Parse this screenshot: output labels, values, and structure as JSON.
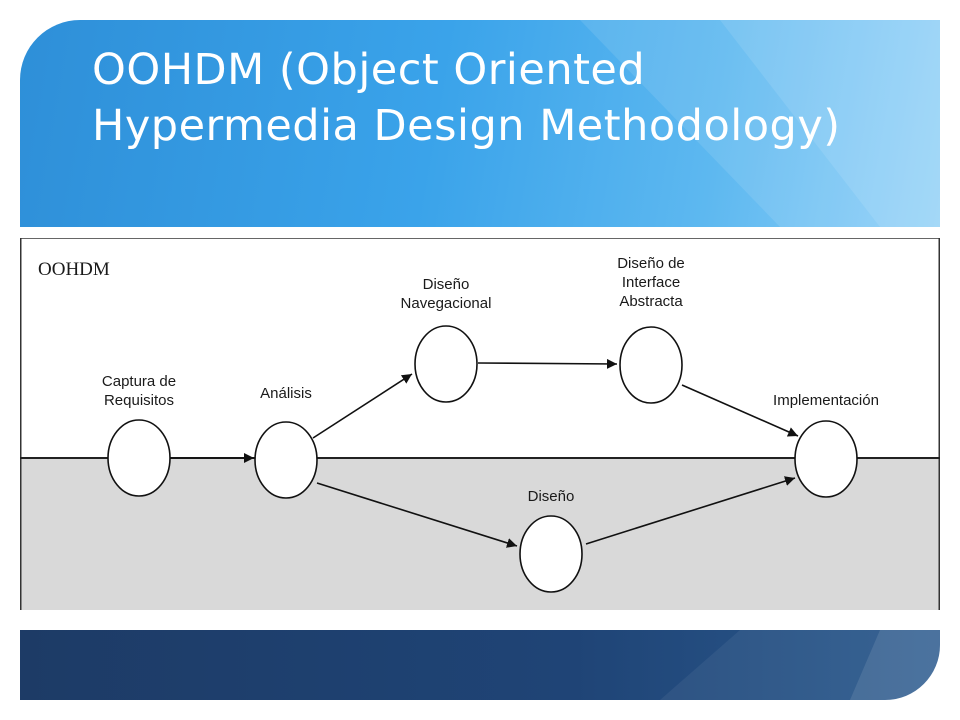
{
  "slide": {
    "title": "OOHDM (Object Oriented Hypermedia Design Methodology)"
  },
  "diagram": {
    "frame_label": "OOHDM",
    "nodes": {
      "captura": [
        "Captura de",
        "Requisitos"
      ],
      "analisis": [
        "Análisis"
      ],
      "navegacional": [
        "Diseño",
        "Navegacional"
      ],
      "interface": [
        "Diseño de",
        "Interface",
        "Abstracta"
      ],
      "diseno": [
        "Diseño"
      ],
      "implementacion": [
        "Implementación"
      ]
    }
  },
  "colors": {
    "banner_blue": "#3aa3ea",
    "footer_navy": "#1f4476",
    "lower_band_gray": "#d9d9d9"
  }
}
